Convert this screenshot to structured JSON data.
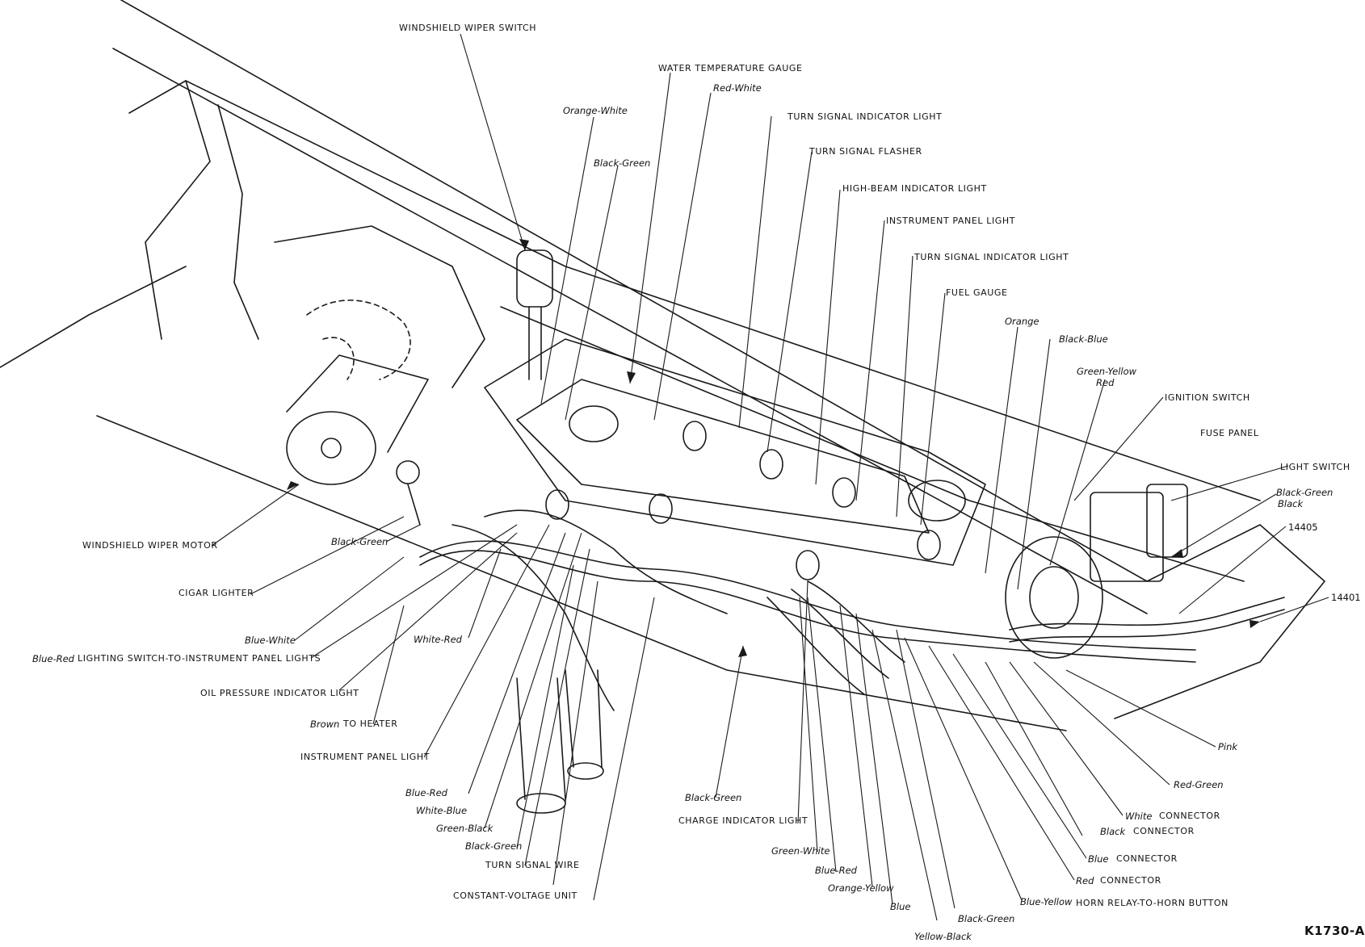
{
  "figure_code": "K1730-A",
  "labels": {
    "windshield_wiper_switch": "WINDSHIELD WIPER SWITCH",
    "water_temperature_gauge": "WATER TEMPERATURE GAUGE",
    "red_white_top": "Red-White",
    "orange_white": "Orange-White",
    "turn_signal_indicator_light_1": "TURN SIGNAL INDICATOR LIGHT",
    "black_green_top": "Black-Green",
    "turn_signal_flasher": "TURN SIGNAL FLASHER",
    "high_beam_indicator_light": "HIGH-BEAM INDICATOR LIGHT",
    "instrument_panel_light_top": "INSTRUMENT PANEL LIGHT",
    "turn_signal_indicator_light_2": "TURN SIGNAL INDICATOR LIGHT",
    "fuel_gauge": "FUEL GAUGE",
    "orange": "Orange",
    "black_blue": "Black-Blue",
    "green_yellow_red": "Green-Yellow",
    "red_right": "Red",
    "ignition_switch": "IGNITION SWITCH",
    "fuse_panel": "FUSE PANEL",
    "light_switch": "LIGHT SWITCH",
    "black_green_black": "Black-Green",
    "black_right": "Black",
    "code_14405": "14405",
    "code_14401": "14401",
    "windshield_wiper_motor": "WINDSHIELD WIPER MOTOR",
    "black_green_left": "Black-Green",
    "cigar_lighter": "CIGAR LIGHTER",
    "blue_white": "Blue-White",
    "white_red": "White-Red",
    "blue_red_lighting": "Blue-Red",
    "lighting_switch_text": "LIGHTING SWITCH-TO-INSTRUMENT PANEL LIGHTS",
    "oil_pressure_indicator_light": "OIL PRESSURE INDICATOR LIGHT",
    "brown": "Brown",
    "to_heater": "TO HEATER",
    "instrument_panel_light_bottom": "INSTRUMENT PANEL LIGHT",
    "blue_red_bottom": "Blue-Red",
    "white_blue": "White-Blue",
    "green_black": "Green-Black",
    "black_green_bottom_left": "Black-Green",
    "turn_signal_wire": "TURN SIGNAL WIRE",
    "constant_voltage_unit": "CONSTANT-VOLTAGE UNIT",
    "black_green_mid": "Black-Green",
    "charge_indicator_light": "CHARGE INDICATOR LIGHT",
    "green_white": "Green-White",
    "blue_red_mid": "Blue-Red",
    "orange_yellow": "Orange-Yellow",
    "blue": "Blue",
    "black_green_bottom": "Black-Green",
    "yellow_black": "Yellow-Black",
    "blue_yellow": "Blue-Yellow",
    "horn_relay_text": "HORN RELAY-TO-HORN BUTTON",
    "red": "Red",
    "red_connector_text": "CONNECTOR",
    "blue_conn": "Blue",
    "blue_connector_text": "CONNECTOR",
    "black_conn": "Black",
    "black_connector_text": "CONNECTOR",
    "white_conn": "White",
    "white_connector_text": "CONNECTOR",
    "red_green": "Red-Green",
    "pink": "Pink"
  }
}
